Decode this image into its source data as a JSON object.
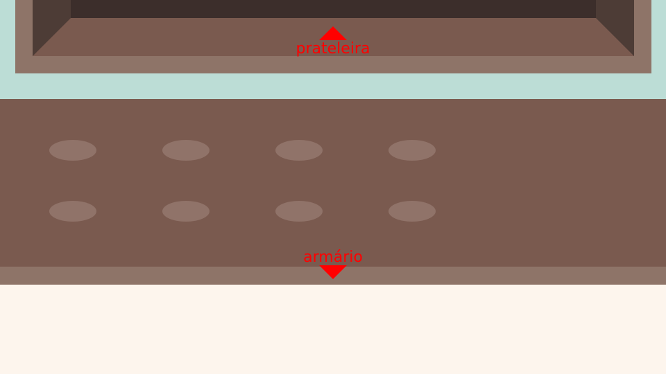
{
  "scene": {
    "colors": {
      "wall": "#bcddd6",
      "wood_light": "#8e7468",
      "wood_mid": "#7a5a4f",
      "wood_dark": "#4d3c36",
      "shelf_back": "#3c2e2b",
      "knob": "#907369",
      "floor": "#fdf5ed",
      "nav": "#ff0000"
    }
  },
  "navigation": {
    "up": {
      "label": "prateleira",
      "icon": "arrow-up-icon"
    },
    "down": {
      "label": "armário",
      "icon": "arrow-down-icon"
    }
  },
  "cabinet": {
    "knob_rows": 2,
    "knob_columns": 4
  }
}
